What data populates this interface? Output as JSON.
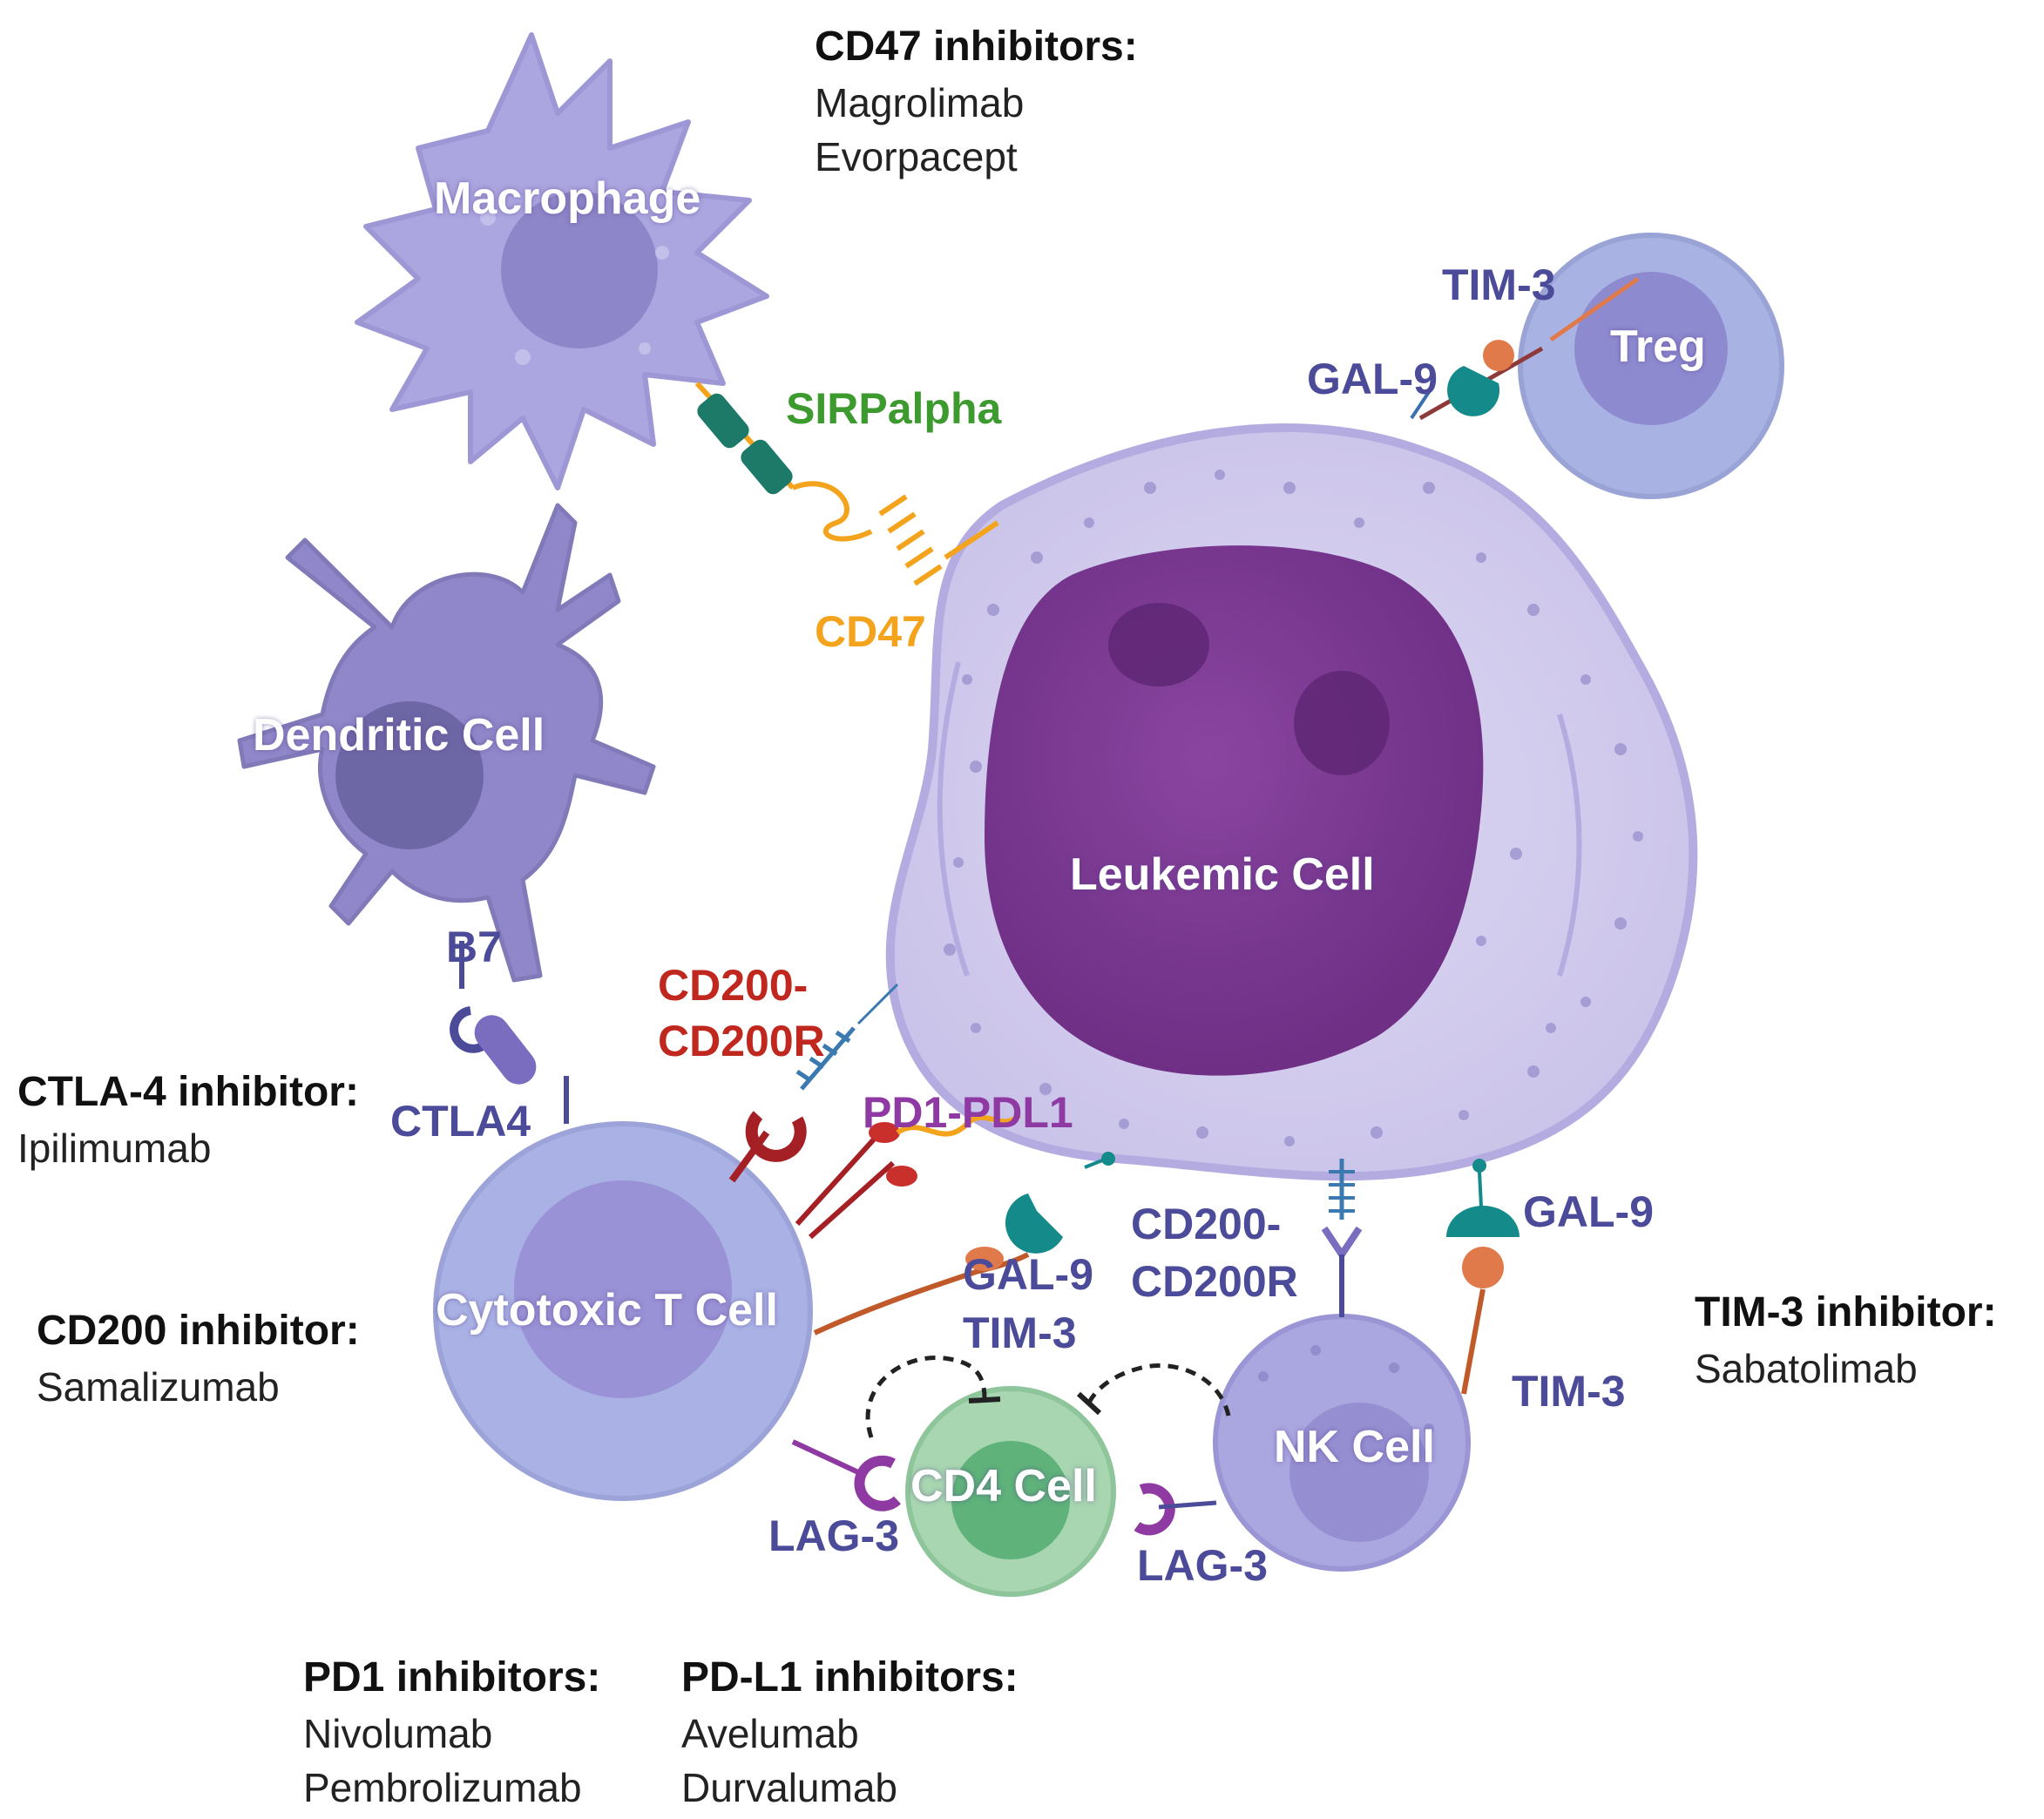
{
  "colors": {
    "immune_cell": "#a9a6dd",
    "dendritic": "#8f87c9",
    "leukemic_cytoplasm": "#d8d3f0",
    "leukemic_nucleus": "#7e3b93",
    "cd4_cell": "#9fd0a8",
    "tim3_receptor": "#e07a4a",
    "gal9": "#148a8a",
    "sirpalpha": "#3c9a2e",
    "cd47": "#f4a41c",
    "cd200": "#c0271e",
    "pd1": "#8e3aa2",
    "receptor_blue": "#4b4b9a"
  },
  "cells": {
    "macrophage": "Macrophage",
    "dendritic": "Dendritic Cell",
    "leukemic": "Leukemic Cell",
    "treg": "Treg",
    "cytotoxic": "Cytotoxic T Cell",
    "cd4": "CD4 Cell",
    "nk": "NK Cell"
  },
  "molecules": {
    "sirpalpha": "SIRPalpha",
    "cd47": "CD47",
    "tim3_treg": "TIM-3",
    "gal9_treg": "GAL-9",
    "b7": "B7",
    "ctla4": "CTLA4",
    "cd200_top_line1": "CD200-",
    "cd200_top_line2": "CD200R",
    "pd1_pdl1": "PD1-PDL1",
    "gal9_mid": "GAL-9",
    "tim3_mid": "TIM-3",
    "cd200_nk_line1": "CD200-",
    "cd200_nk_line2": "CD200R",
    "gal9_right": "GAL-9",
    "tim3_right": "TIM-3",
    "lag3_left": "LAG-3",
    "lag3_right": "LAG-3"
  },
  "inhibitors": {
    "cd47": {
      "heading": "CD47 inhibitors:",
      "drugs": [
        "Magrolimab",
        "Evorpacept"
      ]
    },
    "ctla4": {
      "heading": "CTLA-4 inhibitor:",
      "drugs": [
        "Ipilimumab"
      ]
    },
    "cd200": {
      "heading": "CD200 inhibitor:",
      "drugs": [
        "Samalizumab"
      ]
    },
    "tim3": {
      "heading": "TIM-3 inhibitor:",
      "drugs": [
        "Sabatolimab"
      ]
    },
    "pd1": {
      "heading": "PD1 inhibitors:",
      "drugs": [
        "Nivolumab",
        "Pembrolizumab"
      ]
    },
    "pdl1": {
      "heading": "PD-L1 inhibitors:",
      "drugs": [
        "Avelumab",
        "Durvalumab"
      ]
    }
  }
}
